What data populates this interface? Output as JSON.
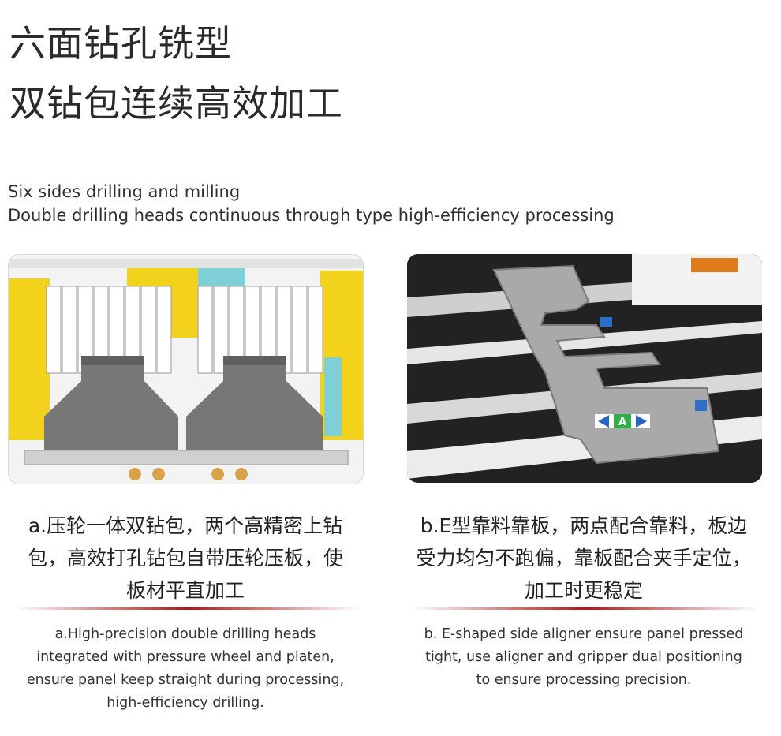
{
  "header": {
    "title_line1": "六面钻孔铣型",
    "title_line2": "双钻包连续高效加工",
    "subtitle_line1": "Six sides drilling and milling",
    "subtitle_line2": "Double drilling heads continuous through type high-efficiency processing"
  },
  "features": [
    {
      "cn_line1": "a.压轮一体双钻包，两个高精密上钻",
      "cn_line2": "包，高效打孔钻包自带压轮压板，使",
      "cn_line3": "板材平直加工",
      "en_line1": "a.High-precision double drilling heads",
      "en_line2": "integrated with pressure wheel and platen,",
      "en_line3": "ensure panel keep straight during processing,",
      "en_line4": "high-efficiency drilling."
    },
    {
      "cn_line1": "b.E型靠料靠板，两点配合靠料，板边",
      "cn_line2": "受力均匀不跑偏，靠板配合夹手定位，",
      "cn_line3": "加工时更稳定",
      "en_line1": "b. E-shaped side aligner ensure panel pressed",
      "en_line2": "tight, use aligner and gripper dual positioning",
      "en_line3": "to ensure processing precision."
    }
  ],
  "aligner_badge": "A",
  "colors": {
    "accent_red": "#b01717",
    "machine_yellow": "#f2d21b",
    "machine_teal": "#7fd0d6"
  }
}
